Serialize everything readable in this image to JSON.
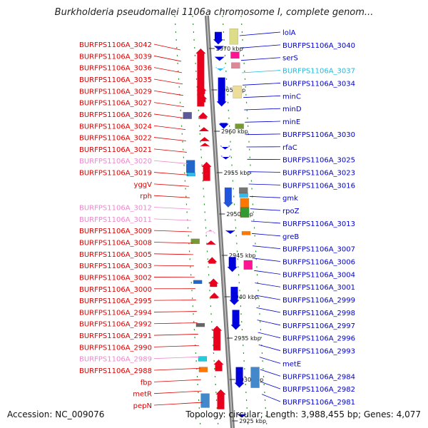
{
  "title": "Burkholderia pseudomallei 1106a chromosome I, complete genom...",
  "footer": {
    "accession": "Accession: NC_009076",
    "info": "Topology: circular; Length: 3,988,455 bp; Genes: 4,077"
  },
  "colors": {
    "left_label": "#dd0000",
    "left_label_pseudo": "#ee88cc",
    "right_label": "#0000cc",
    "right_label_alt": "#22bbdd",
    "backbone": "#999999",
    "tick": "#229922"
  },
  "left_labels": [
    {
      "text": "BURFPS1106A_3042",
      "pseudo": false
    },
    {
      "text": "BURFPS1106A_3039",
      "pseudo": false
    },
    {
      "text": "BURFPS1106A_3036",
      "pseudo": false
    },
    {
      "text": "BURFPS1106A_3035",
      "pseudo": false
    },
    {
      "text": "BURFPS1106A_3029",
      "pseudo": false
    },
    {
      "text": "BURFPS1106A_3027",
      "pseudo": false
    },
    {
      "text": "BURFPS1106A_3026",
      "pseudo": false
    },
    {
      "text": "BURFPS1106A_3024",
      "pseudo": false
    },
    {
      "text": "BURFPS1106A_3022",
      "pseudo": false
    },
    {
      "text": "BURFPS1106A_3021",
      "pseudo": false
    },
    {
      "text": "BURFPS1106A_3020",
      "pseudo": true
    },
    {
      "text": "BURFPS1106A_3019",
      "pseudo": false
    },
    {
      "text": "yggV",
      "pseudo": false
    },
    {
      "text": "rph",
      "pseudo": false
    },
    {
      "text": "BURFPS1106A_3012",
      "pseudo": true
    },
    {
      "text": "BURFPS1106A_3011",
      "pseudo": true
    },
    {
      "text": "BURFPS1106A_3009",
      "pseudo": false
    },
    {
      "text": "BURFPS1106A_3008",
      "pseudo": false
    },
    {
      "text": "BURFPS1106A_3005",
      "pseudo": false
    },
    {
      "text": "BURFPS1106A_3003",
      "pseudo": false
    },
    {
      "text": "BURFPS1106A_3002",
      "pseudo": false
    },
    {
      "text": "BURFPS1106A_3000",
      "pseudo": false
    },
    {
      "text": "BURFPS1106A_2995",
      "pseudo": false
    },
    {
      "text": "BURFPS1106A_2994",
      "pseudo": false
    },
    {
      "text": "BURFPS1106A_2992",
      "pseudo": false
    },
    {
      "text": "BURFPS1106A_2991",
      "pseudo": false
    },
    {
      "text": "BURFPS1106A_2990",
      "pseudo": false
    },
    {
      "text": "BURFPS1106A_2989",
      "pseudo": true
    },
    {
      "text": "BURFPS1106A_2988",
      "pseudo": false
    },
    {
      "text": "fbp",
      "pseudo": false
    },
    {
      "text": "metR",
      "pseudo": false
    },
    {
      "text": "pepN",
      "pseudo": false
    }
  ],
  "right_labels": [
    {
      "text": "lolA",
      "alt": false
    },
    {
      "text": "BURFPS1106A_3040",
      "alt": false
    },
    {
      "text": "serS",
      "alt": false
    },
    {
      "text": "BURFPS1106A_3037",
      "alt": true
    },
    {
      "text": "BURFPS1106A_3034",
      "alt": false
    },
    {
      "text": "minC",
      "alt": false
    },
    {
      "text": "minD",
      "alt": false
    },
    {
      "text": "minE",
      "alt": false
    },
    {
      "text": "BURFPS1106A_3030",
      "alt": false
    },
    {
      "text": "rfaC",
      "alt": false
    },
    {
      "text": "BURFPS1106A_3025",
      "alt": false
    },
    {
      "text": "BURFPS1106A_3023",
      "alt": false
    },
    {
      "text": "BURFPS1106A_3016",
      "alt": false
    },
    {
      "text": "gmk",
      "alt": false
    },
    {
      "text": "rpoZ",
      "alt": false
    },
    {
      "text": "BURFPS1106A_3013",
      "alt": false
    },
    {
      "text": "greB",
      "alt": false
    },
    {
      "text": "BURFPS1106A_3007",
      "alt": false
    },
    {
      "text": "BURFPS1106A_3006",
      "alt": false
    },
    {
      "text": "BURFPS1106A_3004",
      "alt": false
    },
    {
      "text": "BURFPS1106A_3001",
      "alt": false
    },
    {
      "text": "BURFPS1106A_2999",
      "alt": false
    },
    {
      "text": "BURFPS1106A_2998",
      "alt": false
    },
    {
      "text": "BURFPS1106A_2997",
      "alt": false
    },
    {
      "text": "BURFPS1106A_2996",
      "alt": false
    },
    {
      "text": "BURFPS1106A_2993",
      "alt": false
    },
    {
      "text": "metE",
      "alt": false
    },
    {
      "text": "BURFPS1106A_2984",
      "alt": false
    },
    {
      "text": "BURFPS1106A_2982",
      "alt": false
    },
    {
      "text": "BURFPS1106A_2981",
      "alt": false
    }
  ],
  "kbp_marks": [
    "2970 kbp",
    "2965 kbp",
    "2960 kbp",
    "2955 kbp",
    "2950 kbp",
    "2945 kbp",
    "2940 kbp",
    "2935 kbp",
    "2930 kbp",
    "2925 kbp"
  ],
  "genes": [
    {
      "lane": "L",
      "shape": "up",
      "color": "#e8001c",
      "extent": [
        2963,
        2970
      ]
    },
    {
      "lane": "L",
      "shape": "up",
      "color": "#e8001c",
      "extent": [
        2964.5,
        2965.5
      ]
    },
    {
      "lane": "L",
      "shape": "up",
      "color": "#e8001c",
      "extent": [
        2963.5,
        2964.5
      ]
    },
    {
      "lane": "L2",
      "shape": "box",
      "color": "#5a5a9a",
      "extent": [
        2961.5,
        2962.3
      ]
    },
    {
      "lane": "L",
      "shape": "up",
      "color": "#e8001c",
      "extent": [
        2961.5,
        2962.3
      ]
    },
    {
      "lane": "L",
      "shape": "up",
      "color": "#e8001c",
      "extent": [
        2960,
        2960.5
      ]
    },
    {
      "lane": "L",
      "shape": "up",
      "color": "#e8001c",
      "extent": [
        2958.8,
        2959.3
      ]
    },
    {
      "lane": "L",
      "shape": "up",
      "color": "#e8001c",
      "extent": [
        2958.2,
        2958.6
      ]
    },
    {
      "lane": "L2",
      "shape": "box",
      "color": "#2266cc",
      "extent": [
        2955,
        2956.5
      ]
    },
    {
      "lane": "L2",
      "shape": "box",
      "color": "#33bbee",
      "extent": [
        2954.7,
        2955
      ]
    },
    {
      "lane": "L",
      "shape": "up",
      "color": "#e8001c",
      "extent": [
        2954,
        2956.3
      ]
    },
    {
      "lane": "L",
      "shape": "up",
      "color": "#ee77cc",
      "extent": [
        2947.9,
        2948.1
      ]
    },
    {
      "lane": "L2",
      "shape": "box",
      "color": "#779933",
      "extent": [
        2946.4,
        2947
      ]
    },
    {
      "lane": "L",
      "shape": "up",
      "color": "#e8001c",
      "extent": [
        2946.3,
        2946.8
      ]
    },
    {
      "lane": "L",
      "shape": "up",
      "color": "#e8001c",
      "extent": [
        2944,
        2944.8
      ]
    },
    {
      "lane": "L2",
      "shape": "box",
      "color": "#2266cc",
      "extent": [
        2941.8,
        2942
      ]
    },
    {
      "lane": "L",
      "shape": "up",
      "color": "#e8001c",
      "extent": [
        2941.2,
        2942.2
      ]
    },
    {
      "lane": "L",
      "shape": "up",
      "color": "#e8001c",
      "extent": [
        2939.8,
        2940.5
      ]
    },
    {
      "lane": "L2",
      "shape": "box",
      "color": "#666666",
      "extent": [
        2936.6,
        2936.8
      ]
    },
    {
      "lane": "L",
      "shape": "up",
      "color": "#e8001c",
      "extent": [
        2933.5,
        2936.5
      ]
    },
    {
      "lane": "L2",
      "shape": "box",
      "color": "#22ccdd",
      "extent": [
        2932.2,
        2932.8
      ]
    },
    {
      "lane": "L2",
      "shape": "box",
      "color": "#ff7700",
      "extent": [
        2930.9,
        2931.5
      ]
    },
    {
      "lane": "L",
      "shape": "up",
      "color": "#e8001c",
      "extent": [
        2931,
        2932.4
      ]
    },
    {
      "lane": "L2",
      "shape": "box",
      "color": "#4488cc",
      "extent": [
        2926.6,
        2928.3
      ]
    },
    {
      "lane": "L",
      "shape": "up",
      "color": "#e8001c",
      "extent": [
        2926.4,
        2928.8
      ]
    },
    {
      "lane": "R",
      "shape": "down",
      "color": "#0000dd",
      "extent": [
        2970.5,
        2972
      ]
    },
    {
      "lane": "R2",
      "shape": "box",
      "color": "#dddd88",
      "extent": [
        2970.5,
        2972.4
      ]
    },
    {
      "lane": "R",
      "shape": "down",
      "color": "#0000dd",
      "extent": [
        2969.8,
        2970.3
      ]
    },
    {
      "lane": "R2",
      "shape": "box",
      "color": "#ff1493",
      "extent": [
        2968.8,
        2969.6
      ]
    },
    {
      "lane": "R",
      "shape": "down",
      "color": "#0000dd",
      "extent": [
        2968.5,
        2969
      ]
    },
    {
      "lane": "R2",
      "shape": "box",
      "color": "#dd8899",
      "extent": [
        2967.6,
        2968.3
      ]
    },
    {
      "lane": "R",
      "shape": "down",
      "color": "#22bbee",
      "extent": [
        2967.3,
        2967.6
      ]
    },
    {
      "lane": "R",
      "shape": "down",
      "color": "#0000dd",
      "extent": [
        2963,
        2966.5
      ]
    },
    {
      "lane": "R2",
      "shape": "box",
      "color": "#eedd99",
      "extent": [
        2964,
        2965.5
      ]
    },
    {
      "lane": "R",
      "shape": "down",
      "color": "#0000dd",
      "extent": [
        2960.3,
        2961
      ]
    },
    {
      "lane": "R2",
      "shape": "box",
      "color": "#779933",
      "extent": [
        2960.3,
        2960.9
      ]
    },
    {
      "lane": "R",
      "shape": "down",
      "color": "#0000dd",
      "extent": [
        2957.8,
        2958.1
      ]
    },
    {
      "lane": "R",
      "shape": "down",
      "color": "#0000dd",
      "extent": [
        2956.6,
        2956.9
      ]
    },
    {
      "lane": "R",
      "shape": "down",
      "color": "#2255dd",
      "extent": [
        2950.8,
        2953.2
      ]
    },
    {
      "lane": "R2",
      "shape": "box",
      "color": "#777777",
      "extent": [
        2952.5,
        2953.2
      ]
    },
    {
      "lane": "R2",
      "shape": "box",
      "color": "#33bbee",
      "extent": [
        2952,
        2952.5
      ]
    },
    {
      "lane": "R2",
      "shape": "box",
      "color": "#ff7700",
      "extent": [
        2949.6,
        2951.9
      ]
    },
    {
      "lane": "R2",
      "shape": "box",
      "color": "#339933",
      "extent": [
        2949.6,
        2950.8
      ]
    },
    {
      "lane": "R",
      "shape": "down",
      "color": "#0000dd",
      "extent": [
        2947.6,
        2948
      ]
    },
    {
      "lane": "R2",
      "shape": "box",
      "color": "#ff7700",
      "extent": [
        2947.5,
        2947.9
      ]
    },
    {
      "lane": "R",
      "shape": "down",
      "color": "#0000dd",
      "extent": [
        2943,
        2944.8
      ]
    },
    {
      "lane": "R2",
      "shape": "box",
      "color": "#ff1493",
      "extent": [
        2943.3,
        2944.4
      ]
    },
    {
      "lane": "R",
      "shape": "down",
      "color": "#0000dd",
      "extent": [
        2939,
        2941.2
      ]
    },
    {
      "lane": "R",
      "shape": "down",
      "color": "#0000dd",
      "extent": [
        2936,
        2938.4
      ]
    },
    {
      "lane": "R",
      "shape": "down",
      "color": "#0000dd",
      "extent": [
        2929,
        2931.5
      ]
    },
    {
      "lane": "R2",
      "shape": "box",
      "color": "#4488cc",
      "extent": [
        2929,
        2931.5
      ]
    },
    {
      "lane": "R",
      "shape": "down",
      "color": "#0000dd",
      "extent": [
        2925.4,
        2925.8
      ]
    }
  ]
}
